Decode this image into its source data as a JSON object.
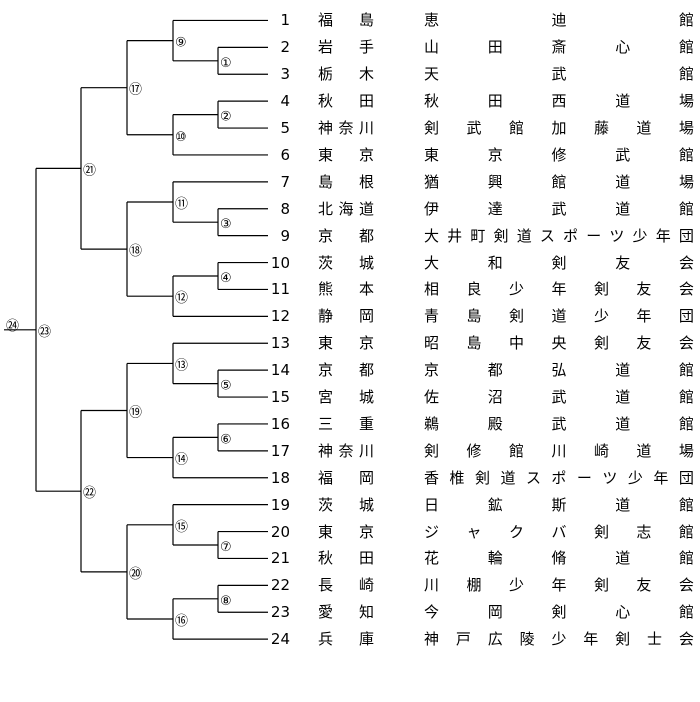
{
  "entries": [
    {
      "seed": "1",
      "prefecture": "福島",
      "team": "恵迪館"
    },
    {
      "seed": "2",
      "prefecture": "岩手",
      "team": "山田斎心館"
    },
    {
      "seed": "3",
      "prefecture": "栃木",
      "team": "天武館"
    },
    {
      "seed": "4",
      "prefecture": "秋田",
      "team": "秋田西道場"
    },
    {
      "seed": "5",
      "prefecture": "神奈川",
      "team": "剣武館加藤道場"
    },
    {
      "seed": "6",
      "prefecture": "東京",
      "team": "東京修武館"
    },
    {
      "seed": "7",
      "prefecture": "島根",
      "team": "猶興館道場"
    },
    {
      "seed": "8",
      "prefecture": "北海道",
      "team": "伊達武道館"
    },
    {
      "seed": "9",
      "prefecture": "京都",
      "team": "大井町剣道スポーツ少年団"
    },
    {
      "seed": "10",
      "prefecture": "茨城",
      "team": "大和剣友会"
    },
    {
      "seed": "11",
      "prefecture": "熊本",
      "team": "相良少年剣友会"
    },
    {
      "seed": "12",
      "prefecture": "静岡",
      "team": "青島剣道少年団"
    },
    {
      "seed": "13",
      "prefecture": "東京",
      "team": "昭島中央剣友会"
    },
    {
      "seed": "14",
      "prefecture": "京都",
      "team": "京都弘道館"
    },
    {
      "seed": "15",
      "prefecture": "宮城",
      "team": "佐沼武道館"
    },
    {
      "seed": "16",
      "prefecture": "三重",
      "team": "鵜殿武道館"
    },
    {
      "seed": "17",
      "prefecture": "神奈川",
      "team": "剣修館川崎道場"
    },
    {
      "seed": "18",
      "prefecture": "福岡",
      "team": "香椎剣道スポーツ少年団"
    },
    {
      "seed": "19",
      "prefecture": "茨城",
      "team": "日鉱斯道館"
    },
    {
      "seed": "20",
      "prefecture": "東京",
      "team": "ジャクバ剣志館"
    },
    {
      "seed": "21",
      "prefecture": "秋田",
      "team": "花輪脩道館"
    },
    {
      "seed": "22",
      "prefecture": "長崎",
      "team": "川棚少年剣友会"
    },
    {
      "seed": "23",
      "prefecture": "愛知",
      "team": "今岡剣心館"
    },
    {
      "seed": "24",
      "prefecture": "兵庫",
      "team": "神戸広陵少年剣士会"
    }
  ],
  "matches": [
    {
      "label": "①",
      "a": 1,
      "b": 2
    },
    {
      "label": "②",
      "a": 3,
      "b": 4
    },
    {
      "label": "③",
      "a": 7,
      "b": 8
    },
    {
      "label": "④",
      "a": 9,
      "b": 10
    },
    {
      "label": "⑤",
      "a": 13,
      "b": 14
    },
    {
      "label": "⑥",
      "a": 15,
      "b": 16
    },
    {
      "label": "⑦",
      "a": 19,
      "b": 20
    },
    {
      "label": "⑧",
      "a": 21,
      "b": 22
    },
    {
      "label": "⑨",
      "a": 0,
      "b": "①"
    },
    {
      "label": "⑩",
      "a": "②",
      "b": 5
    },
    {
      "label": "⑪",
      "a": 6,
      "b": "③"
    },
    {
      "label": "⑫",
      "a": "④",
      "b": 11
    },
    {
      "label": "⑬",
      "a": 12,
      "b": "⑤"
    },
    {
      "label": "⑭",
      "a": "⑥",
      "b": 17
    },
    {
      "label": "⑮",
      "a": 18,
      "b": "⑦"
    },
    {
      "label": "⑯",
      "a": "⑧",
      "b": 23
    },
    {
      "label": "⑰",
      "a": "⑨",
      "b": "⑩"
    },
    {
      "label": "⑱",
      "a": "⑪",
      "b": "⑫"
    },
    {
      "label": "⑲",
      "a": "⑬",
      "b": "⑭"
    },
    {
      "label": "⑳",
      "a": "⑮",
      "b": "⑯"
    },
    {
      "label": "㉑",
      "a": "⑰",
      "b": "⑱"
    },
    {
      "label": "㉒",
      "a": "⑲",
      "b": "⑳"
    },
    {
      "label": "㉓",
      "a": "㉑",
      "b": "㉒"
    },
    {
      "label": "㉔",
      "a": "㉓",
      "b": null
    }
  ]
}
